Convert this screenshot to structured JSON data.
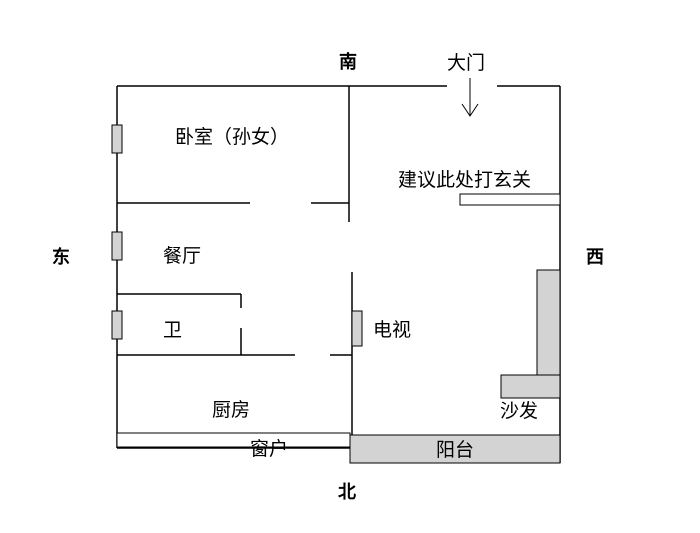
{
  "directions": {
    "south": "南",
    "north": "北",
    "east": "东",
    "west": "西"
  },
  "labels": {
    "main_door": "大门",
    "bedroom": "卧室（孙女）",
    "entrance_suggestion": "建议此处打玄关",
    "dining": "餐厅",
    "bathroom": "卫",
    "tv": "电视",
    "kitchen": "厨房",
    "sofa": "沙发",
    "window": "窗户",
    "balcony": "阳台"
  },
  "colors": {
    "fill_gray": "#d3d3d3",
    "line": "#000000"
  }
}
